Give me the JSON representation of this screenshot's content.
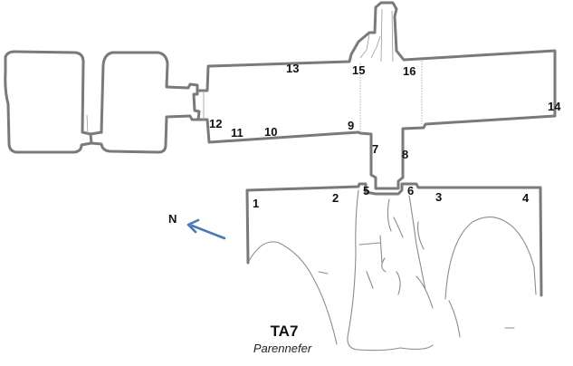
{
  "plan": {
    "title": "TA7",
    "subtitle": "Parennefer",
    "north_label": "N",
    "colors": {
      "wall": "#7a7a7a",
      "arrow": "#4a78b8",
      "text": "#111111"
    }
  },
  "points": [
    {
      "id": "p1",
      "label": "1"
    },
    {
      "id": "p2",
      "label": "2"
    },
    {
      "id": "p3",
      "label": "3"
    },
    {
      "id": "p4",
      "label": "4"
    },
    {
      "id": "p5",
      "label": "5"
    },
    {
      "id": "p6",
      "label": "6"
    },
    {
      "id": "p7",
      "label": "7"
    },
    {
      "id": "p8",
      "label": "8"
    },
    {
      "id": "p9",
      "label": "9"
    },
    {
      "id": "p10",
      "label": "10"
    },
    {
      "id": "p11",
      "label": "11"
    },
    {
      "id": "p12",
      "label": "12"
    },
    {
      "id": "p13",
      "label": "13"
    },
    {
      "id": "p14",
      "label": "14"
    },
    {
      "id": "p15",
      "label": "15"
    },
    {
      "id": "p16",
      "label": "16"
    }
  ]
}
